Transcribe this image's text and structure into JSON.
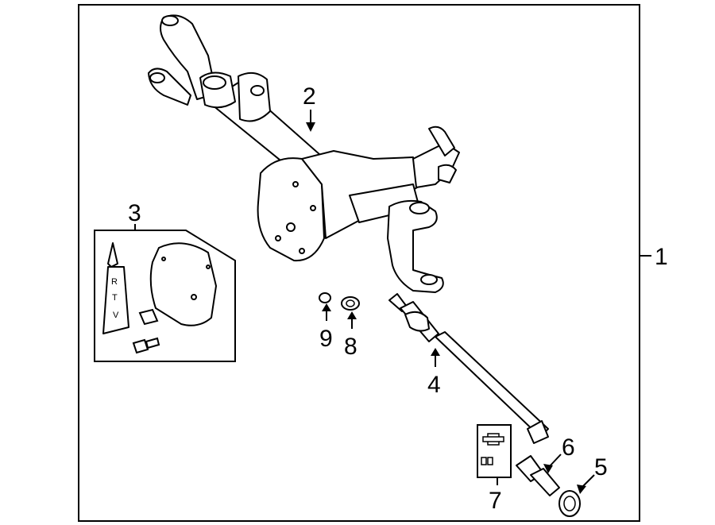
{
  "callouts": {
    "c1": "1",
    "c2": "2",
    "c3": "3",
    "c4": "4",
    "c5": "5",
    "c6": "6",
    "c7": "7",
    "c8": "8",
    "c9": "9"
  },
  "tube_label": {
    "r": "R",
    "t": "T",
    "v": "V"
  }
}
